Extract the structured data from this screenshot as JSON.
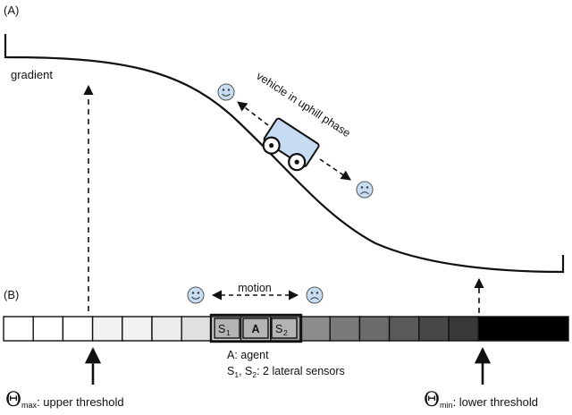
{
  "panel_a": {
    "label": "(A)",
    "gradient_label": "gradient",
    "vehicle_label": "vehicle in uphill phase"
  },
  "panel_b": {
    "label": "(B)",
    "motion_label": "motion",
    "agent_cells": {
      "sensor1": "S",
      "sensor1_sub": "1",
      "agent": "A",
      "sensor2": "S",
      "sensor2_sub": "2"
    },
    "legend": {
      "agent_line": "A: agent",
      "sensors_prefix": "S",
      "sensors_sub1": "1",
      "sensors_mid": ", S",
      "sensors_sub2": "2",
      "sensors_suffix": ": 2 lateral sensors"
    },
    "theta_max": {
      "symbol": "Θ",
      "sub": "max",
      "label": ": upper threshold"
    },
    "theta_min": {
      "symbol": "Θ",
      "sub": "min",
      "label": ": lower threshold"
    },
    "strip_levels": [
      1.0,
      1.0,
      1.0,
      0.95,
      0.95,
      0.93,
      0.88,
      0.84,
      0.72,
      0.62,
      0.55,
      0.48,
      0.42,
      0.35,
      0.28,
      0.22,
      0.0
    ]
  },
  "colors": {
    "vehicle_fill": "#c7dcf2",
    "face_fill": "#c9ddf2",
    "agent_cell_fill": "#b4b4b4",
    "line": "#111111"
  },
  "icons": [
    "smiley-face-icon",
    "frowny-face-icon",
    "vehicle-icon",
    "up-arrow-icon"
  ]
}
